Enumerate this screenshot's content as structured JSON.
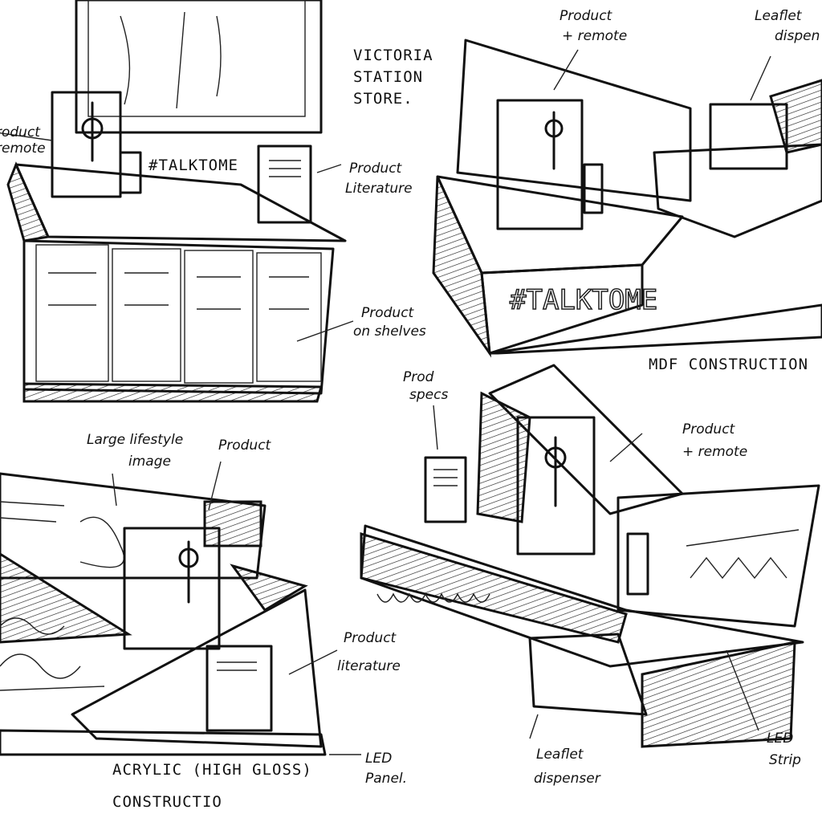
{
  "title": {
    "line1": "VICTORIA",
    "line2": "STATION",
    "line3": "STORE."
  },
  "sketch1": {
    "product_remote": [
      "roduct",
      "remote"
    ],
    "hashtag": "#TALKTOME",
    "product_literature": [
      "Product",
      "Literature"
    ],
    "product_on_shelves": [
      "Product",
      "on shelves"
    ]
  },
  "sketch2": {
    "product_remote": [
      "Product",
      "+ remote"
    ],
    "leaflet_dispenser": [
      "Leaflet",
      "dispen"
    ],
    "hashtag": "#TALKTOME",
    "construction": "MDF CONSTRUCTION"
  },
  "sketch3": {
    "lifestyle_image": [
      "Large lifestyle",
      "image"
    ],
    "product": "Product",
    "product_literature": [
      "Product",
      "literature"
    ],
    "led_panel": [
      "LED",
      "Panel."
    ],
    "construction": [
      "ACRYLIC (HIGH GLOSS)",
      "CONSTRUCTIO"
    ]
  },
  "sketch4": {
    "prod_specs": [
      "Prod",
      "specs"
    ],
    "product_remote": [
      "Product",
      "+ remote"
    ],
    "leaflet_dispenser": [
      "Leaflet",
      "dispenser"
    ],
    "led_strip": [
      "LED",
      "Strip"
    ]
  }
}
